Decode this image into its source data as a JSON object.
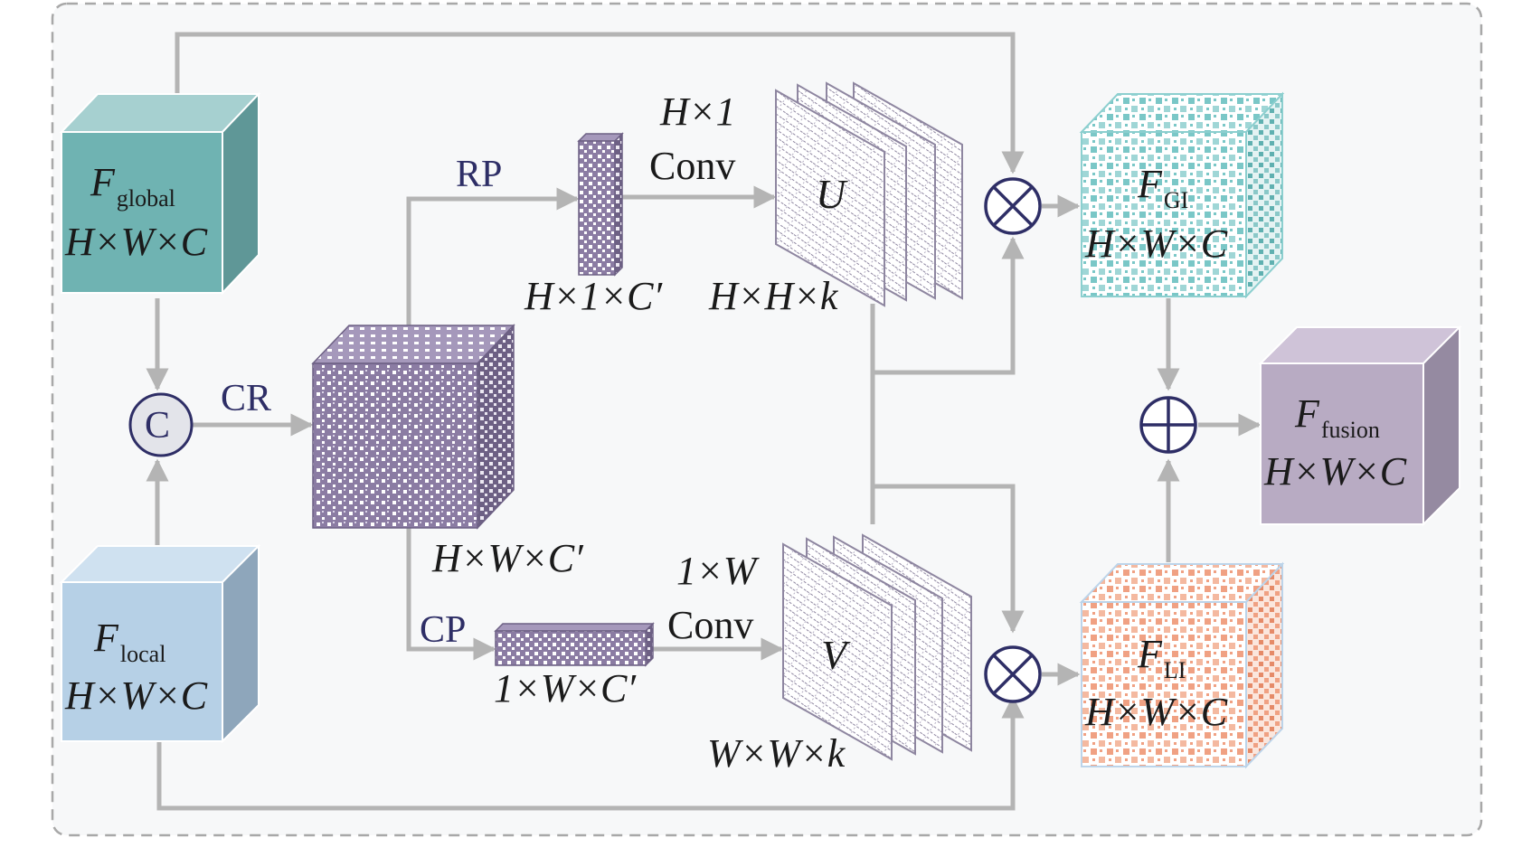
{
  "colors": {
    "frame": "#a8a8a8",
    "background": "#f7f8f9",
    "arrow": "#b4b4b4",
    "global": "#6fb3b2",
    "local": "#b6d0e6",
    "concat": "#8b7ca3",
    "slices": "#8e86a0",
    "gi": "#7ac7c7",
    "li": "#f0a183",
    "fusion": "#b8abc3",
    "operator_text": "#2e2e66"
  },
  "inputs": {
    "global": {
      "symbol": "F",
      "subscript": "global",
      "shape": "H×W×C"
    },
    "local": {
      "symbol": "F",
      "subscript": "local",
      "shape": "H×W×C"
    }
  },
  "concat_node": {
    "label": "C"
  },
  "concat_feature": {
    "op_label": "CR",
    "shape": "H×W×C′"
  },
  "row_branch": {
    "pool_label": "RP",
    "pooled_shape": "H×1×C′",
    "conv_line1": "H×1",
    "conv_line2": "Conv",
    "kernel_symbol": "U",
    "kernel_shape": "H×H×k"
  },
  "col_branch": {
    "pool_label": "CP",
    "pooled_shape": "1×W×C′",
    "conv_line1": "1×W",
    "conv_line2": "Conv",
    "kernel_symbol": "V",
    "kernel_shape": "W×W×k"
  },
  "outputs": {
    "gi": {
      "symbol": "F",
      "subscript": "GI",
      "shape": "H×W×C"
    },
    "li": {
      "symbol": "F",
      "subscript": "LI",
      "shape": "H×W×C"
    },
    "fusion": {
      "symbol": "F",
      "subscript": "fusion",
      "shape": "H×W×C"
    }
  },
  "operators": {
    "multiply": "multiply-icon",
    "add": "add-icon"
  }
}
